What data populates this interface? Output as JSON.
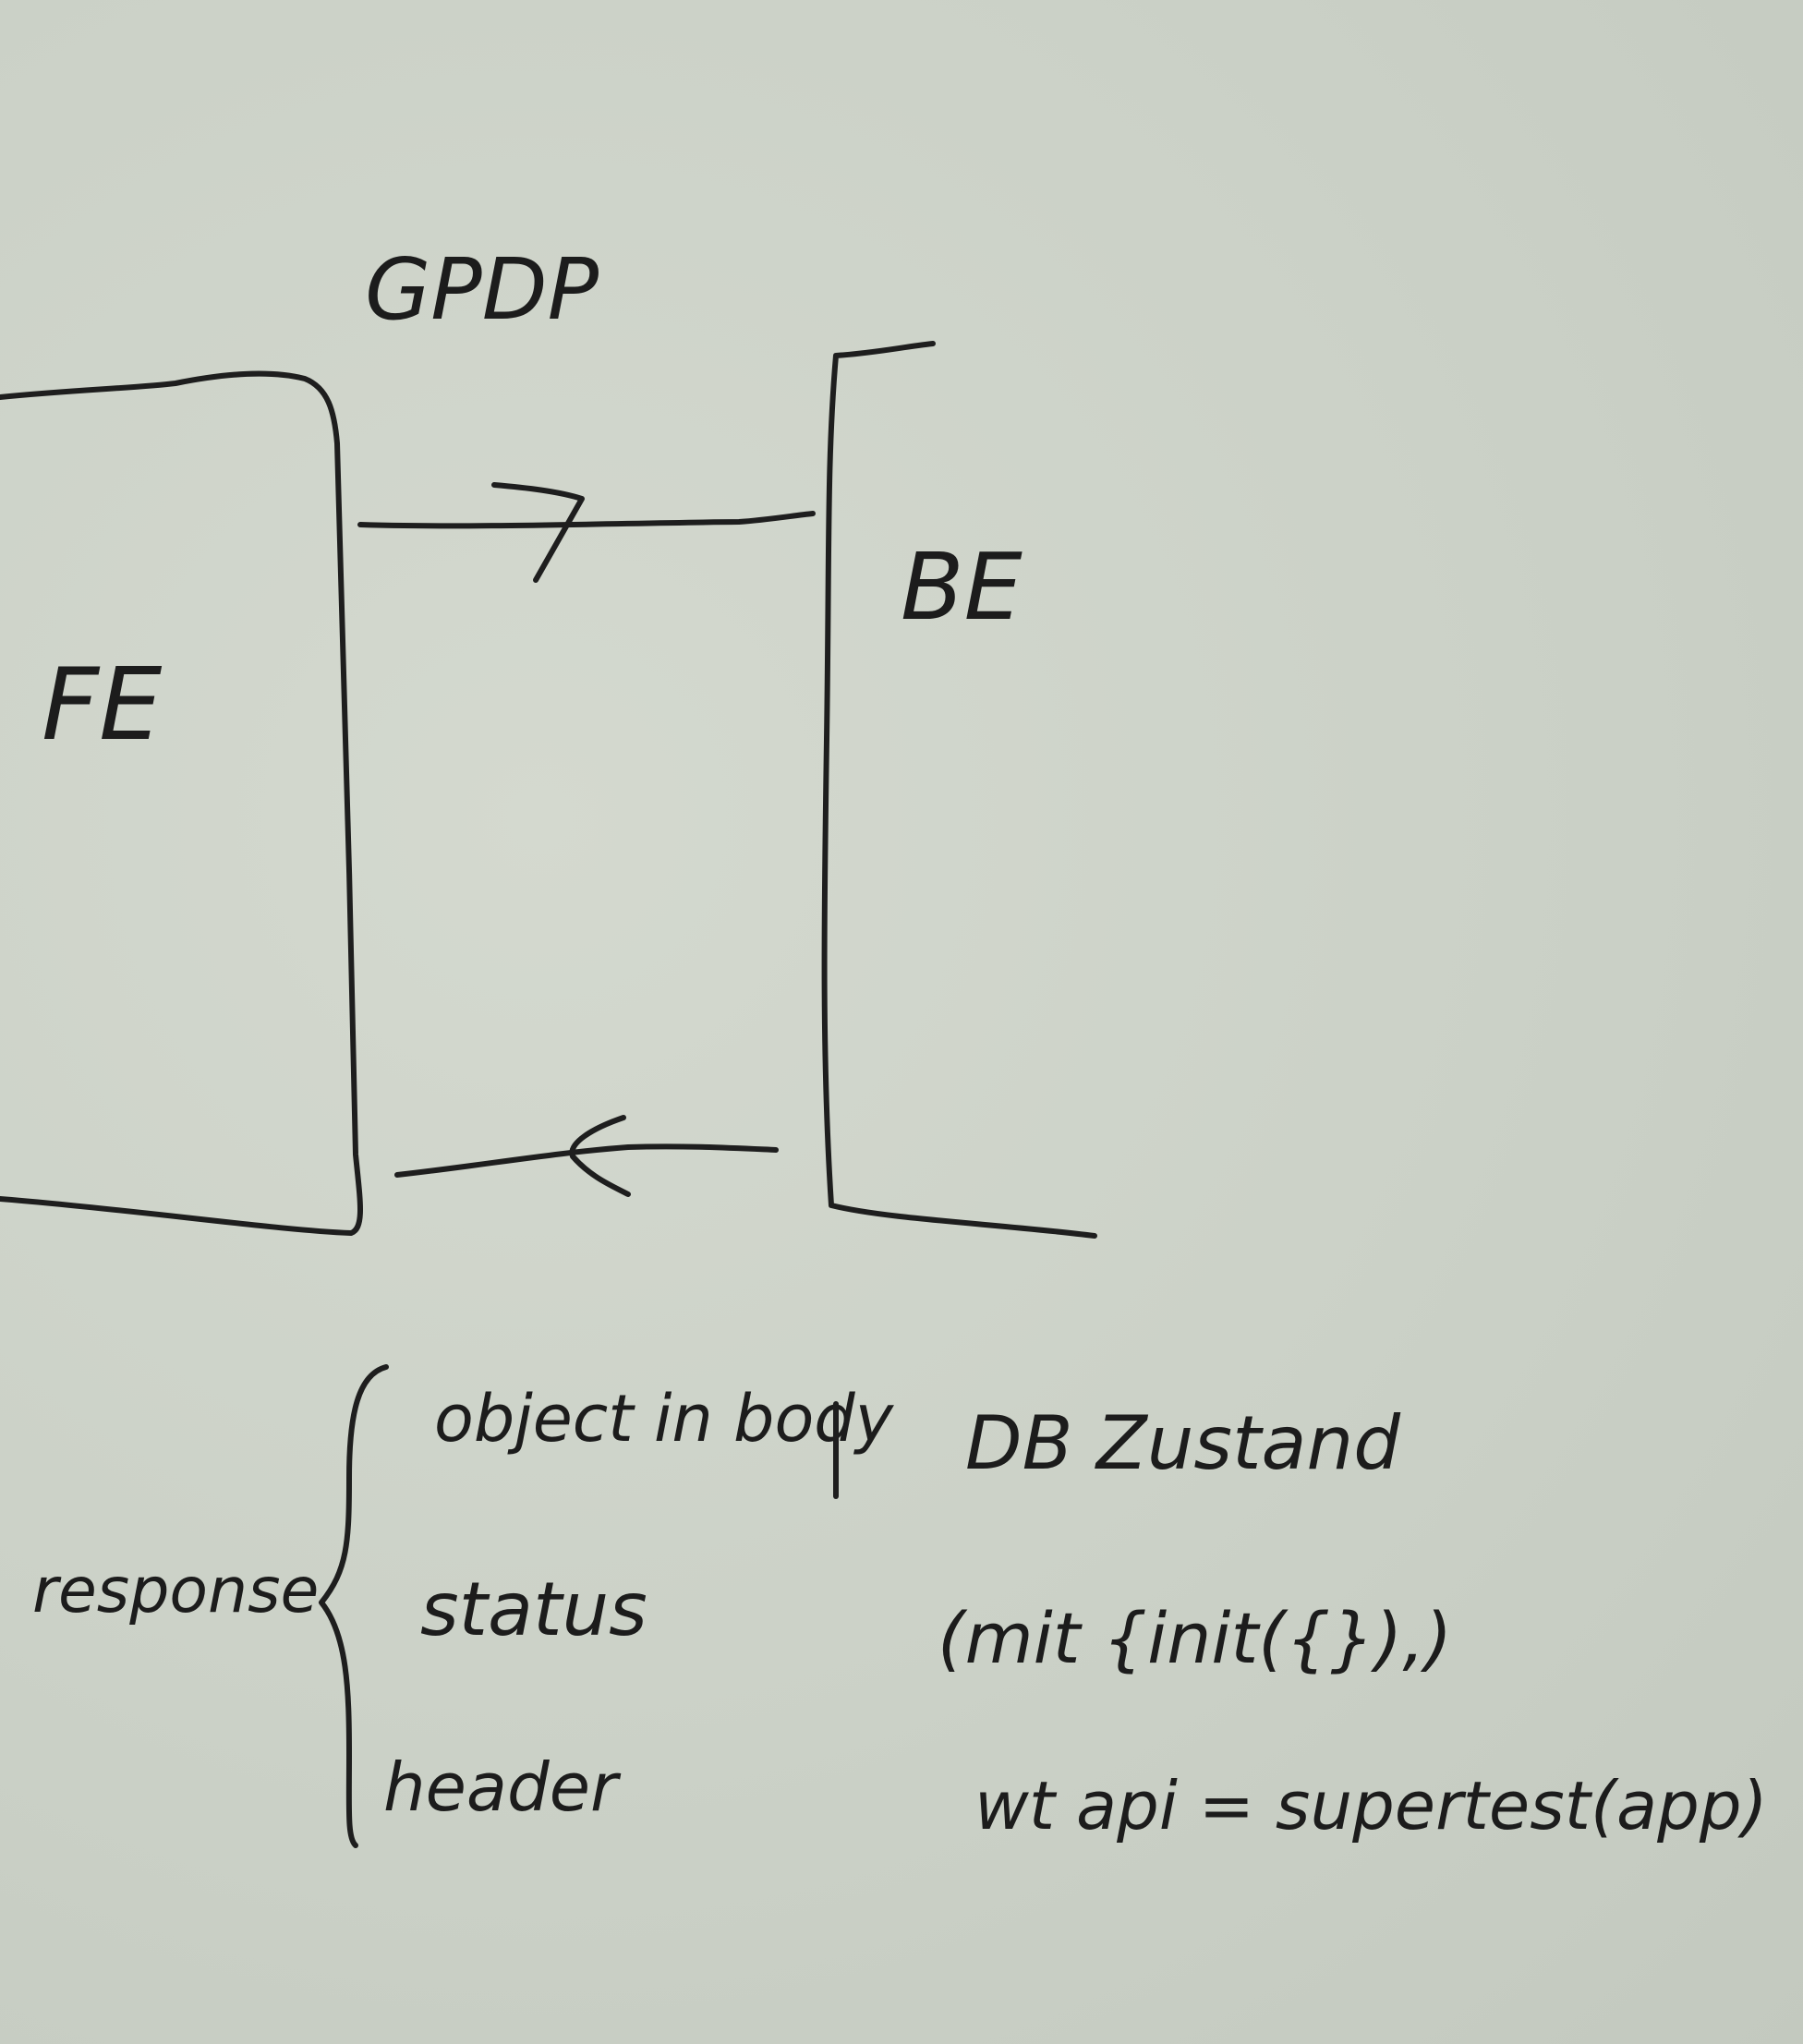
{
  "diagram": {
    "title": "GPDP",
    "nodes": {
      "frontend": "FE",
      "backend": "BE"
    },
    "response": {
      "label": "response",
      "items": [
        "object in body",
        "status",
        "header"
      ]
    },
    "notes": {
      "line1": "DB Zustand",
      "line2": "(mit {init({}),)",
      "line3": "wt api = supertest(app)"
    }
  },
  "colors": {
    "paper": "#cdd3c9",
    "ink": "#1e1e1e"
  }
}
